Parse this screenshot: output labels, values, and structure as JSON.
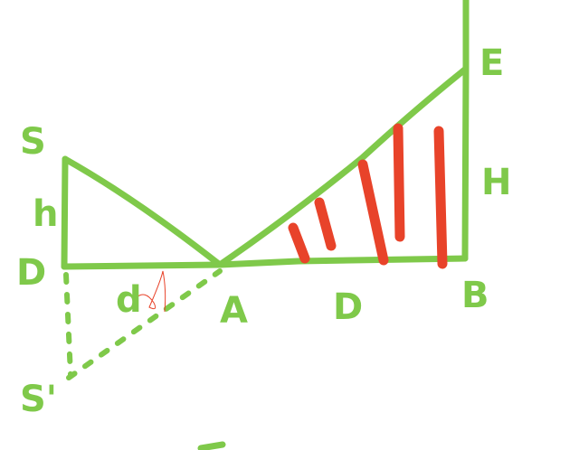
{
  "diagram": {
    "labels": {
      "S": "S",
      "h": "h",
      "D_left": "D",
      "d": "d",
      "A": "A",
      "D_mid": "D",
      "B": "B",
      "H": "H",
      "E": "E",
      "S_prime": "S'"
    },
    "colors": {
      "green": "#7fc94a",
      "red": "#e8432a",
      "background": "#ffffff"
    }
  }
}
